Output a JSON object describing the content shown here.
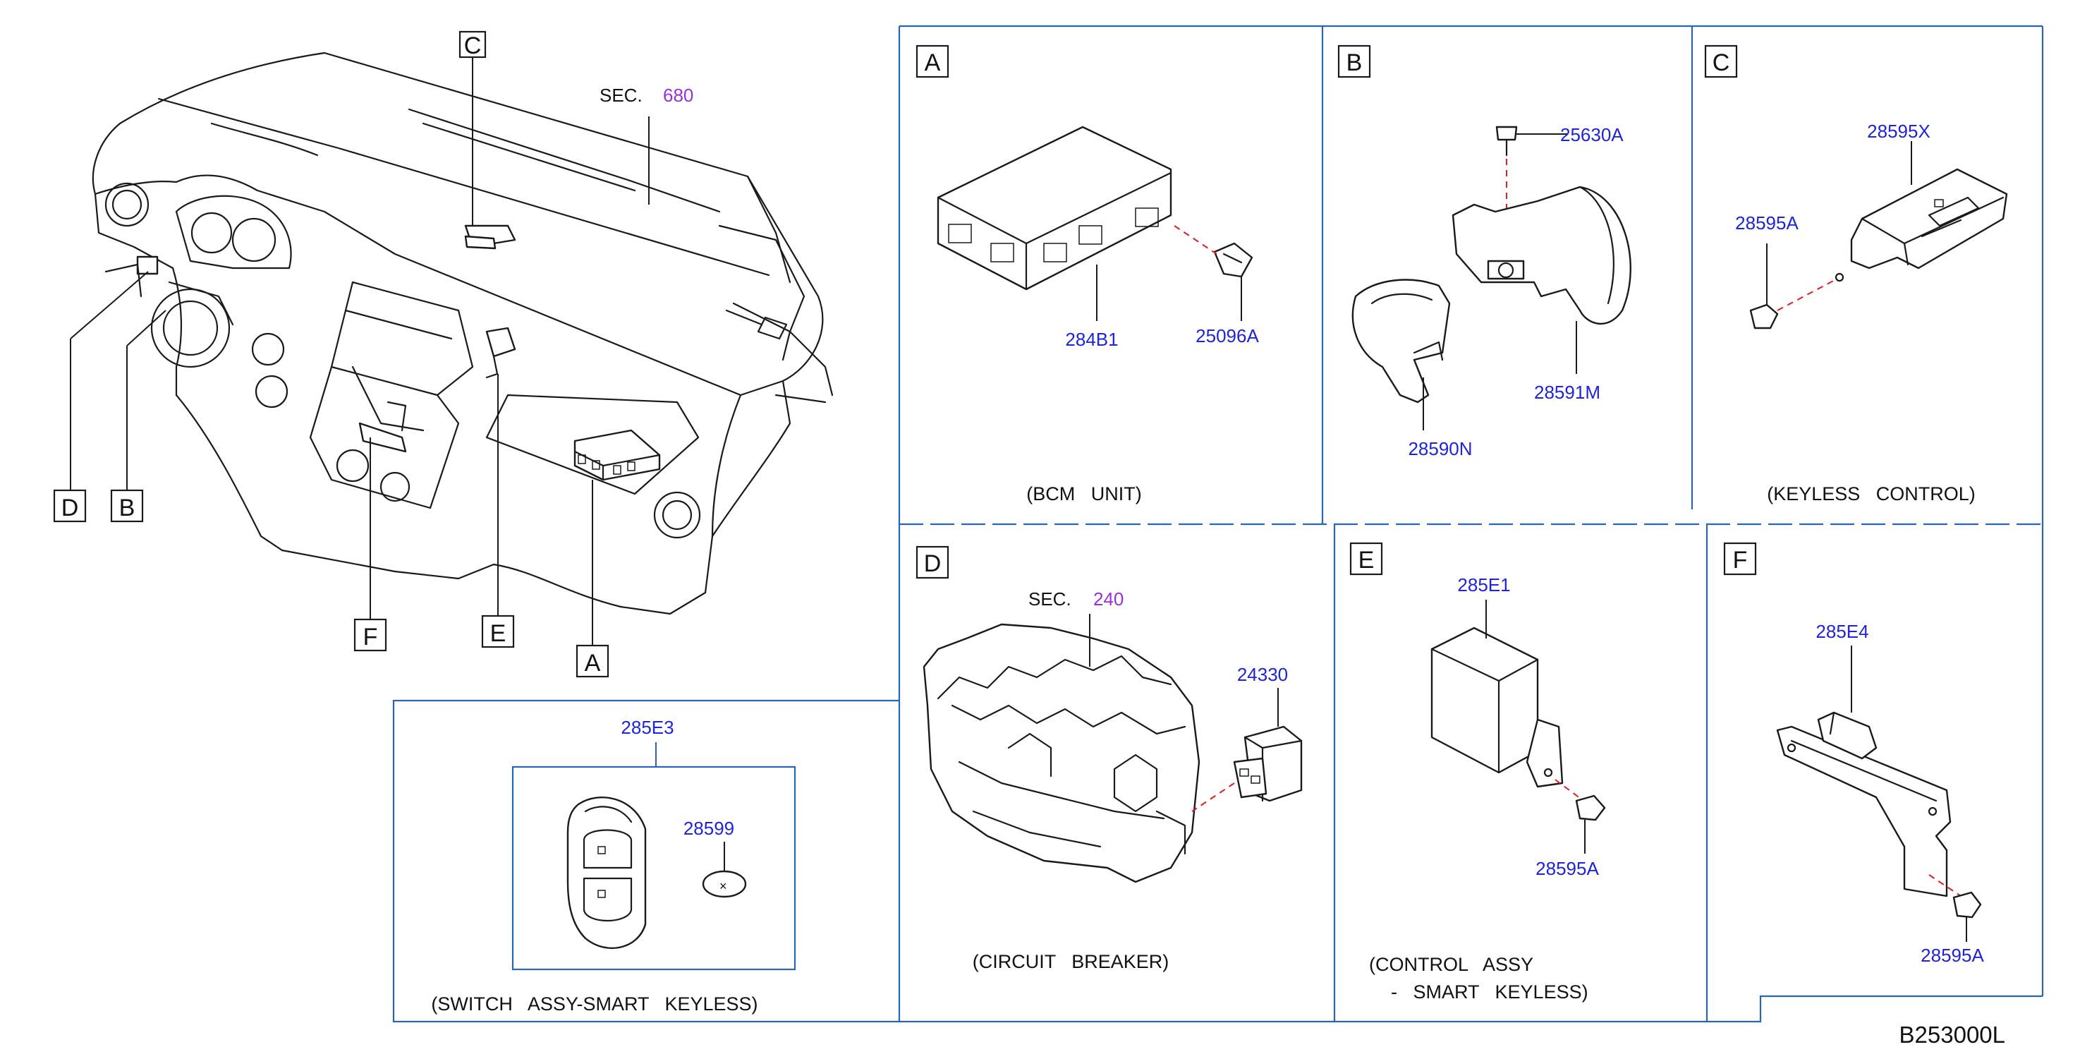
{
  "diagram_code": "B253000L",
  "overview": {
    "section_prefix": "SEC.",
    "section_number": "680",
    "callouts": [
      "C",
      "D",
      "B",
      "F",
      "E",
      "A"
    ]
  },
  "panels": {
    "A": {
      "letter": "A",
      "parts": [
        "284B1",
        "25096A"
      ],
      "caption": "(BCM   UNIT)"
    },
    "B": {
      "letter": "B",
      "parts": [
        "25630A",
        "28591M",
        "28590N"
      ]
    },
    "C": {
      "letter": "C",
      "parts": [
        "28595X",
        "28595A"
      ],
      "caption": "(KEYLESS   CONTROL)"
    },
    "D": {
      "letter": "D",
      "section_prefix": "SEC.",
      "section_number": "240",
      "parts": [
        "24330"
      ],
      "caption": "(CIRCUIT   BREAKER)"
    },
    "E": {
      "letter": "E",
      "parts": [
        "285E1",
        "28595A"
      ],
      "caption_line1": "(CONTROL   ASSY",
      "caption_line2": "-   SMART   KEYLESS)"
    },
    "F": {
      "letter": "F",
      "parts": [
        "285E4",
        "28595A"
      ]
    },
    "switch": {
      "parts": [
        "285E3",
        "28599"
      ],
      "caption": "(SWITCH   ASSY-SMART   KEYLESS)"
    }
  },
  "colors": {
    "part_number": "#1f24d9",
    "section_number": "#9b30d9",
    "frame": "#2b63b8",
    "leader_dash": "#e02020"
  }
}
